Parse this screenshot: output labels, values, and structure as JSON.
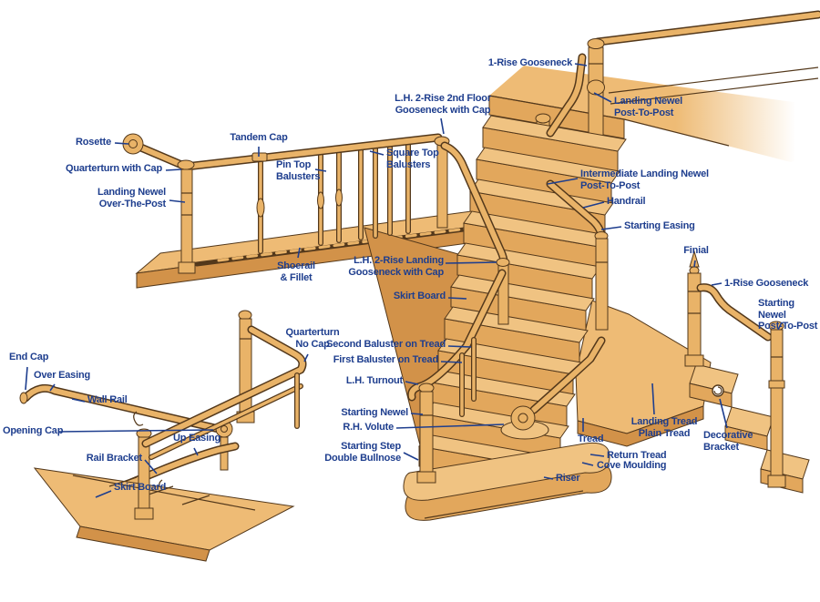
{
  "colors": {
    "background": "#ffffff",
    "label_text": "#1e3e8e",
    "leader_line": "#1e3e8e",
    "wood_light": "#f0c382",
    "wood_mid": "#e2a75c",
    "wood_dark": "#d29249",
    "wood_floor": "#eebb75",
    "outline": "#53381b",
    "rail": "#e9b368"
  },
  "labels": {
    "gooseneck_1rise_top": {
      "text": "1-Rise Gooseneck"
    },
    "landing_newel_ptp": {
      "text": "Landing Newel\nPost-To-Post"
    },
    "gooseneck_2rise_2nd_floor": {
      "text": "L.H. 2-Rise 2nd Floor\nGooseneck with Cap"
    },
    "rosette": {
      "text": "Rosette"
    },
    "quarterturn_with_cap": {
      "text": "Quarterturn with Cap"
    },
    "landing_newel_otp": {
      "text": "Landing Newel\nOver-The-Post"
    },
    "tandem_cap": {
      "text": "Tandem Cap"
    },
    "pin_top_balusters": {
      "text": "Pin Top\nBalusters"
    },
    "square_top_balusters": {
      "text": "Square Top\nBalusters"
    },
    "shoerail_fillet": {
      "text": "Shoerail\n& Fillet"
    },
    "intermediate_landing_newel": {
      "text": "Intermediate Landing Newel\nPost-To-Post"
    },
    "handrail": {
      "text": "Handrail"
    },
    "starting_easing": {
      "text": "Starting Easing"
    },
    "gooseneck_2rise_landing": {
      "text": "L.H. 2-Rise Landing\nGooseneck with Cap"
    },
    "skirt_board_center": {
      "text": "Skirt Board"
    },
    "finial": {
      "text": "Finial"
    },
    "gooseneck_1rise_right": {
      "text": "1-Rise Gooseneck"
    },
    "starting_newel_ptp": {
      "text": "Starting Newel\nPost-To-Post"
    },
    "quarterturn_no_cap": {
      "text": "Quarterturn\nNo Cap"
    },
    "second_baluster_on_tread": {
      "text": "Second Baluster on Tread"
    },
    "first_baluster_on_tread": {
      "text": "First Baluster on Tread"
    },
    "lh_turnout": {
      "text": "L.H. Turnout"
    },
    "starting_newel": {
      "text": "Starting Newel"
    },
    "rh_volute": {
      "text": "R.H. Volute"
    },
    "starting_step": {
      "text": "Starting Step\nDouble Bullnose"
    },
    "end_cap": {
      "text": "End Cap"
    },
    "over_easing": {
      "text": "Over Easing"
    },
    "wall_rail": {
      "text": "Wall Rail"
    },
    "opening_cap": {
      "text": "Opening Cap"
    },
    "up_easing": {
      "text": "Up Easing"
    },
    "rail_bracket": {
      "text": "Rail Bracket"
    },
    "skirt_board_left": {
      "text": "Skirt Board"
    },
    "tread": {
      "text": "Tread"
    },
    "landing_tread": {
      "text": "Landing Tread\nPlain Tread"
    },
    "return_tread": {
      "text": "Return Tread"
    },
    "cove_moulding": {
      "text": "Cove Moulding"
    },
    "riser": {
      "text": "Riser"
    },
    "decorative_bracket": {
      "text": "Decorative\nBracket"
    }
  }
}
